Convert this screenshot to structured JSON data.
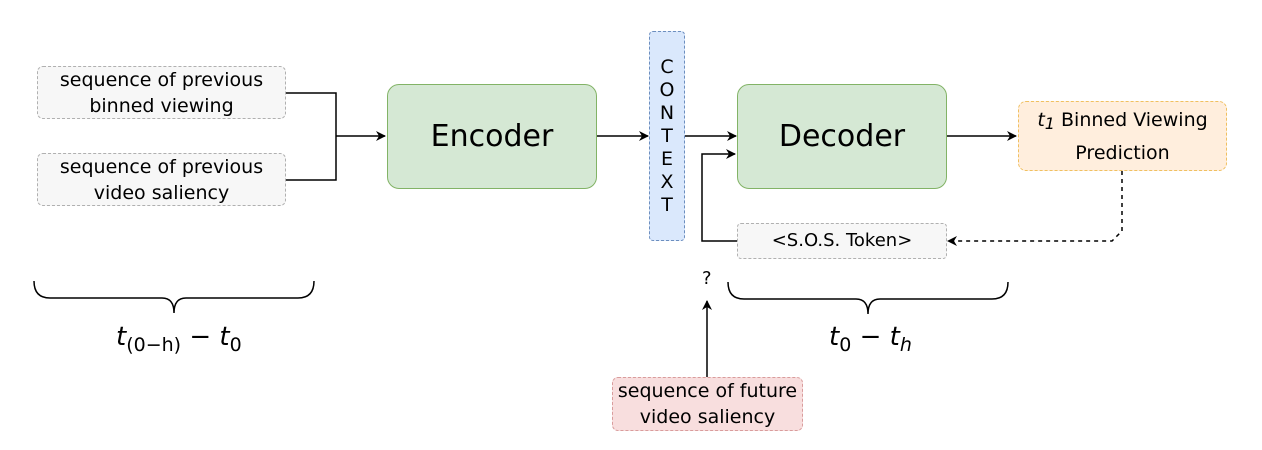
{
  "nodes": {
    "prev_viewing": "sequence of previous binned viewing",
    "prev_saliency": "sequence of previous video saliency",
    "encoder": "Encoder",
    "context_letters": [
      "C",
      "O",
      "N",
      "T",
      "E",
      "X",
      "T"
    ],
    "decoder": "Decoder",
    "prediction_symbol": "t",
    "prediction_subscript": "1",
    "prediction_text": "Binned Viewing Prediction",
    "sos_token": "<S.O.S. Token>",
    "future_saliency": "sequence of future video saliency",
    "question_mark": "?"
  },
  "labels": {
    "past_window": {
      "t1": "t",
      "sub1": "(0−h)",
      "op": "−",
      "t2": "t",
      "sub2": "0"
    },
    "future_window": {
      "t1": "t",
      "sub1": "0",
      "op": "−",
      "t2": "t",
      "sub2": "h"
    }
  },
  "colors": {
    "block_fill": "#d5e8d4",
    "block_stroke": "#82b366",
    "context_fill": "#dae8fc",
    "context_stroke": "#6c8ebf",
    "prediction_fill": "#ffeedd",
    "prediction_stroke": "#f0c060",
    "future_fill": "#f8dede",
    "future_stroke": "#d99c9c",
    "input_fill": "#f7f7f7",
    "input_stroke": "#b0b0b0"
  }
}
